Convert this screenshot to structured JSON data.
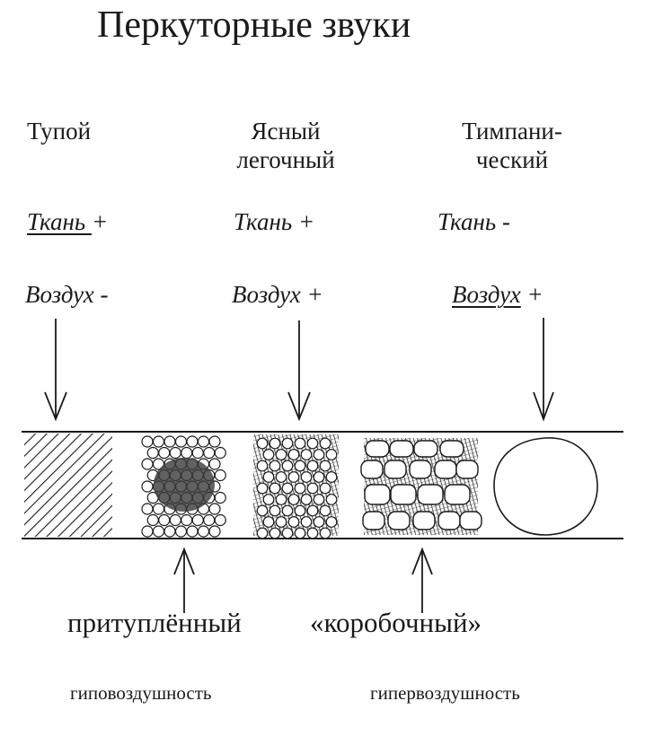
{
  "title": "Перкуторные звуки",
  "columns": [
    {
      "name_line1": "Тупой",
      "name_line2": "",
      "tissue_label": "Ткань ",
      "tissue_sign": "+",
      "air_label": "Воздух",
      "air_sign": " -"
    },
    {
      "name_line1": "Ясный",
      "name_line2": "легочный",
      "tissue_label": "Ткань",
      "tissue_sign": " +",
      "air_label": "Воздух",
      "air_sign": " +"
    },
    {
      "name_line1": "Тимпани-",
      "name_line2": "ческий",
      "tissue_label": "Ткань",
      "tissue_sign": " -",
      "air_label": "Воздух",
      "air_sign": " +"
    }
  ],
  "bottom": {
    "left_label": "притуплённый",
    "right_label": "«коробочный»",
    "left_caption": "гиповоздушность",
    "right_caption": "гипервоздушность"
  },
  "colors": {
    "ink": "#1a1a1a",
    "paper": "#ffffff"
  }
}
